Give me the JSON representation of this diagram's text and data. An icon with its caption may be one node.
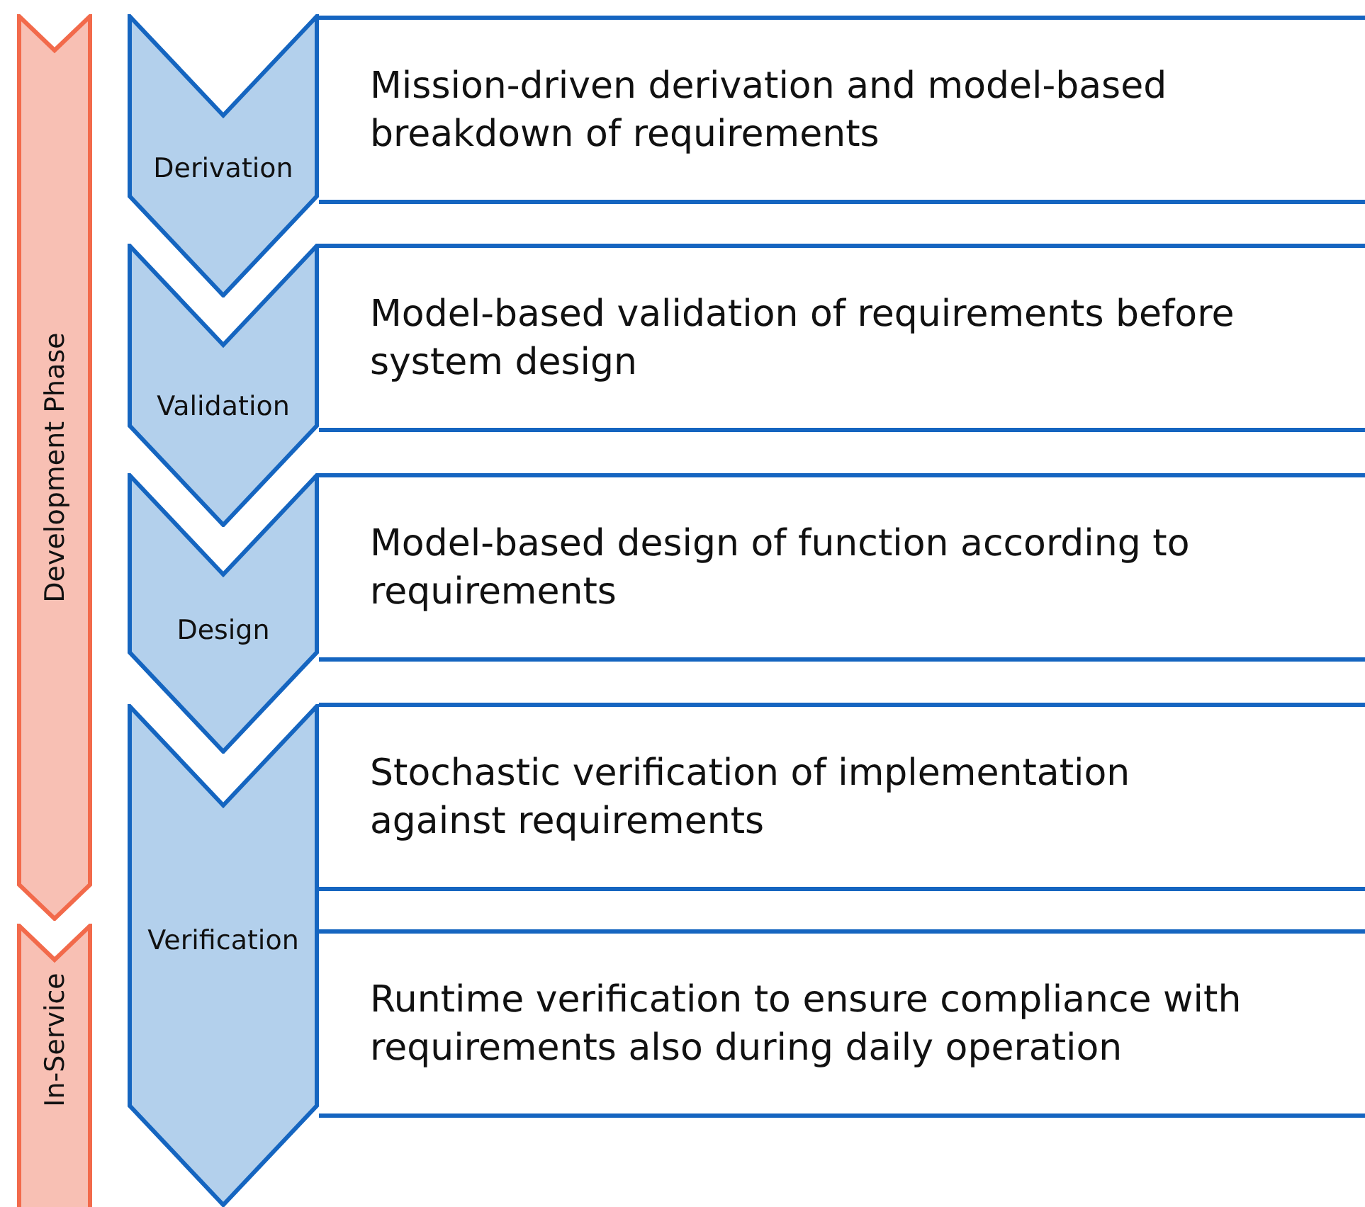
{
  "diagram": {
    "nodes": [
      {
        "text": [
          "Development Phase"
        ]
      },
      {
        "text": [
          "In-Service"
        ]
      },
      {
        "text": [
          "Derivation"
        ]
      },
      {
        "text": [
          "Mission-driven derivation and model-based breakdown of requirements"
        ]
      },
      {
        "text": [
          "Validation"
        ]
      },
      {
        "text": [
          "Model-based validation of requirements before system design"
        ]
      },
      {
        "text": [
          "Design"
        ]
      },
      {
        "text": [
          "Model-based design of function according to requirements"
        ]
      },
      {
        "text": [
          "Verification"
        ]
      },
      {
        "text": [
          "Stochastic verification of implementation against requirements"
        ]
      },
      {
        "text": [
          "Runtime verification to ensure compliance with requirements also during daily operation"
        ]
      }
    ],
    "edges": []
  }
}
